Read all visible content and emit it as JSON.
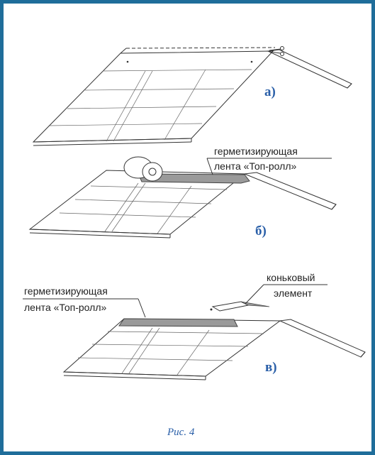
{
  "figure": {
    "panels": [
      {
        "id": "a",
        "label": "а)"
      },
      {
        "id": "b",
        "label": "б)",
        "callout": [
          "герметизирующая",
          "лента «Топ-ролл»"
        ]
      },
      {
        "id": "v",
        "label": "в)",
        "callout_left": [
          "герметизирующая",
          "лента «Топ-ролл»"
        ],
        "callout_right": [
          "коньковый",
          "элемент"
        ]
      }
    ],
    "caption": "Рис. 4"
  },
  "colors": {
    "border": "#1f6d9a",
    "label": "#2a5fa8",
    "tape": "#9a9a9a"
  }
}
